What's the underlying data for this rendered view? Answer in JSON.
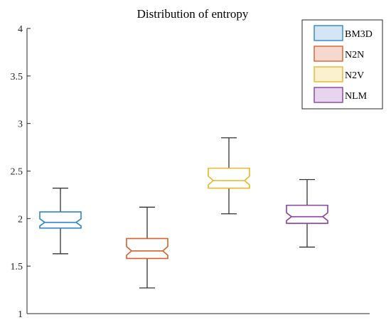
{
  "chart_data": {
    "type": "box",
    "title": "Distribution of entropy",
    "xlabel": "",
    "ylabel": "",
    "ylim": [
      1,
      4
    ],
    "yticks": [
      "1",
      "1.5",
      "2",
      "2.5",
      "3",
      "3.5",
      "4"
    ],
    "notched": true,
    "grid": false,
    "legend_position": "top-right",
    "series": [
      {
        "name": "BM3D",
        "color": "#2E86C8",
        "fill": "#D4E6F5",
        "min": 1.63,
        "q1": 1.9,
        "median": 1.96,
        "q3": 2.07,
        "max": 2.32
      },
      {
        "name": "N2N",
        "color": "#D95F2B",
        "fill": "#F6D9CE",
        "min": 1.27,
        "q1": 1.58,
        "median": 1.66,
        "q3": 1.79,
        "max": 2.12
      },
      {
        "name": "N2V",
        "color": "#E6B72A",
        "fill": "#FBF0CF",
        "min": 2.05,
        "q1": 2.32,
        "median": 2.4,
        "q3": 2.53,
        "max": 2.85
      },
      {
        "name": "NLM",
        "color": "#8A3FA3",
        "fill": "#E6D5EC",
        "min": 1.7,
        "q1": 1.95,
        "median": 2.02,
        "q3": 2.14,
        "max": 2.41
      }
    ]
  }
}
